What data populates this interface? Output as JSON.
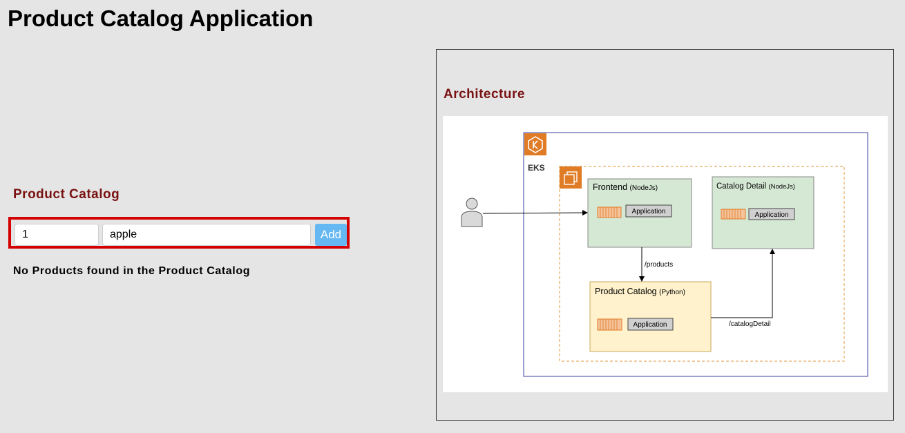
{
  "page": {
    "title": "Product Catalog Application"
  },
  "catalog": {
    "heading": "Product Catalog",
    "quantity_value": "1",
    "name_value": "apple",
    "add_label": "Add",
    "empty_message": "No Products found in the Product Catalog"
  },
  "architecture": {
    "heading": "Architecture",
    "diagram": {
      "cluster_label": "EKS",
      "frontend_title": "Frontend",
      "frontend_runtime": "(NodeJs)",
      "catalog_detail_title": "Catalog Detail",
      "catalog_detail_runtime": "(NodeJs)",
      "product_catalog_title": "Product Catalog",
      "product_catalog_runtime": "(Python)",
      "application_label": "Application",
      "products_route": "/products",
      "catalog_detail_route": "/catalogDetail"
    }
  },
  "colors": {
    "heading_accent": "#7a1212",
    "form_border": "#d50000",
    "add_button": "#66b8f2",
    "cluster_border": "#3b3fa0",
    "dashed_border": "#e0953a",
    "service_green": "#d5e8d4",
    "service_yellow": "#fff2cc",
    "eks_icon": "#e07b26"
  },
  "icons": [
    "eks-logo-icon",
    "compute-icon",
    "user-icon",
    "container-icon"
  ]
}
